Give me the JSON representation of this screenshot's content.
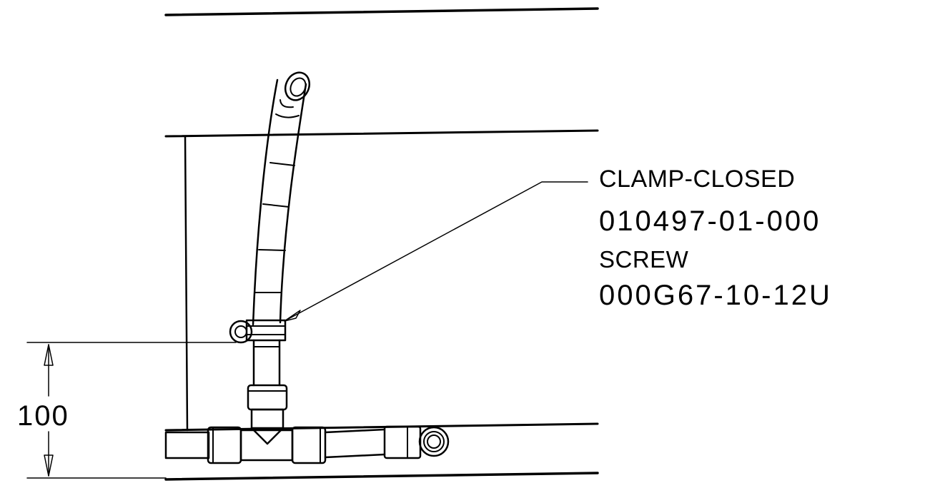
{
  "callout": {
    "line1": "CLAMP-CLOSED",
    "line2": "010497-01-000",
    "line3": "SCREW",
    "line4": "000G67-10-12U"
  },
  "dimension": {
    "value": "100"
  },
  "colors": {
    "ink": "#000000",
    "paper": "#ffffff"
  }
}
